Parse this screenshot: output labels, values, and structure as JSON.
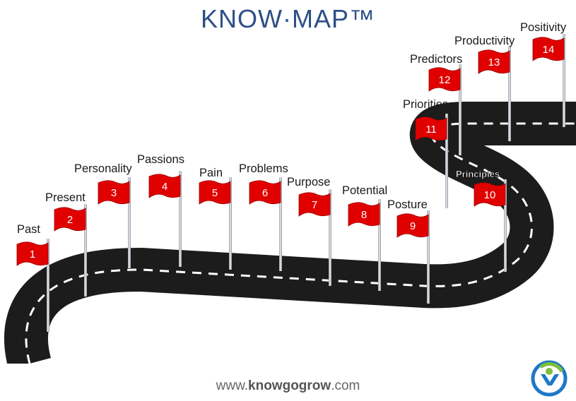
{
  "title": "KNOW·MAP™",
  "footer": {
    "prefix": "www.",
    "brand": "knowgogrow",
    "suffix": ".com"
  },
  "milestones": [
    {
      "number": "1",
      "label": "Past"
    },
    {
      "number": "2",
      "label": "Present"
    },
    {
      "number": "3",
      "label": "Personality"
    },
    {
      "number": "4",
      "label": "Passions"
    },
    {
      "number": "5",
      "label": "Pain"
    },
    {
      "number": "6",
      "label": "Problems"
    },
    {
      "number": "7",
      "label": "Purpose"
    },
    {
      "number": "8",
      "label": "Potential"
    },
    {
      "number": "9",
      "label": "Posture"
    },
    {
      "number": "10",
      "label": "Principles"
    },
    {
      "number": "11",
      "label": "Priorities"
    },
    {
      "number": "12",
      "label": "Predictors"
    },
    {
      "number": "13",
      "label": "Productivity"
    },
    {
      "number": "14",
      "label": "Positivity"
    }
  ],
  "colors": {
    "flag": "#e10000",
    "road": "#1c1c1c",
    "title": "#2c4f87",
    "logo_green": "#7dbf3c",
    "logo_blue": "#1e78c8"
  }
}
